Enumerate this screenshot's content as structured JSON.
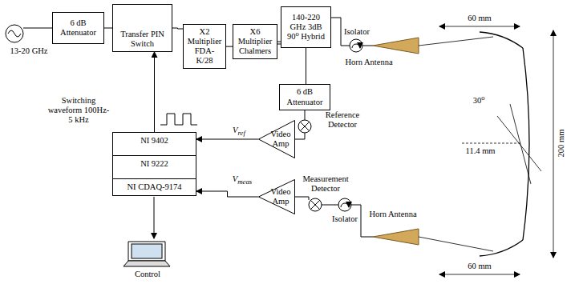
{
  "diagram": {
    "nodes": [
      {
        "text": [
          "6 dB Attenuator"
        ]
      },
      {
        "text": [
          "Transfer PIN Switch"
        ]
      },
      {
        "text": [
          "X2 Multiplier FDA-K/28"
        ]
      },
      {
        "text": [
          "X6 Multiplier Chalmers"
        ]
      },
      {
        "text": [
          "140-220 GHz 3dB 90⁰ Hybrid"
        ]
      },
      {
        "text": [
          "6 dB Attenuator"
        ]
      },
      {
        "text": [
          "Video Amp"
        ]
      },
      {
        "text": [
          "NI 9402",
          "NI 9222",
          "NI CDAQ-9174"
        ]
      },
      {
        "text": [
          "Video Amp"
        ]
      }
    ],
    "edges": [
      {
        "from": 0,
        "to": 1,
        "arrow": "none"
      },
      {
        "from": 1,
        "to": 2,
        "arrow": "none"
      },
      {
        "from": 2,
        "to": 3,
        "arrow": "none"
      },
      {
        "from": 3,
        "to": 4,
        "arrow": "none"
      },
      {
        "from": 4,
        "to": 5,
        "arrow": "none"
      },
      {
        "from": 6,
        "to": 7,
        "arrow": "to"
      },
      {
        "from": 8,
        "to": 7,
        "arrow": "to"
      },
      {
        "from": 7,
        "to": 1,
        "arrow": "to"
      }
    ],
    "labels": [
      "13-20 GHz",
      "Isolator",
      "Horn Antenna",
      "Reference Detector",
      "Switching waveform 100Hz-5 kHz",
      "Vref",
      "Vmeas",
      "Measurement Detector",
      "Isolator",
      "Horn Antenna",
      "Control",
      "60 mm",
      "200 mm",
      "30⁰",
      "11.4 mm",
      "60 mm"
    ]
  }
}
